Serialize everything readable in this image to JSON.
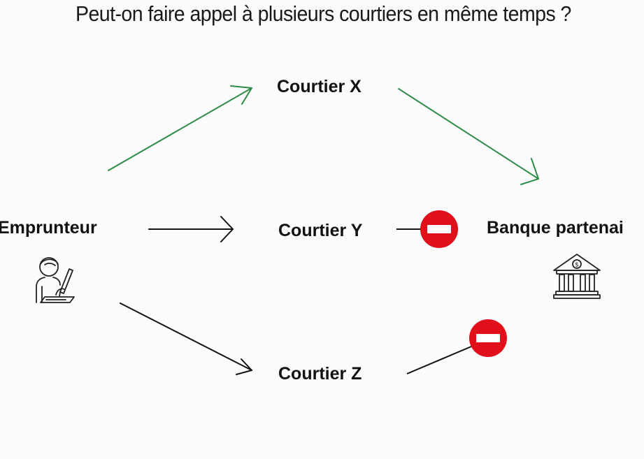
{
  "title": "Peut-on faire appel à plusieurs courtiers en même temps ?",
  "nodes": {
    "emprunteur": "Emprunteur",
    "courtier_x": "Courtier X",
    "courtier_y": "Courtier Y",
    "courtier_z": "Courtier Z",
    "banque": "Banque partenai"
  },
  "colors": {
    "approved_path": "#2e8b47",
    "blocked_path": "#111111",
    "no_entry": "#e10f1a"
  },
  "icons": {
    "emprunteur": "person-signing-document-icon",
    "banque": "bank-building-icon",
    "blocked": "no-entry-icon"
  }
}
